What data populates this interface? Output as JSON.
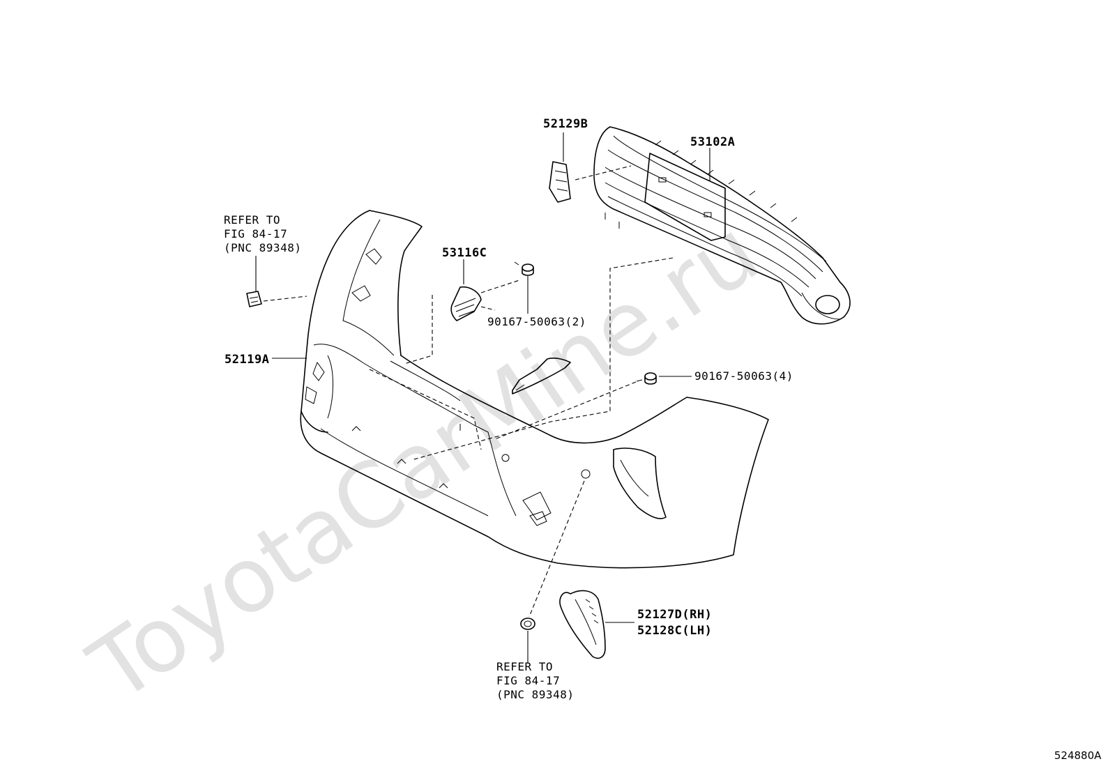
{
  "watermark": "ToyotaCarMine.ru",
  "diagram_id": "524880A",
  "labels": {
    "p52129b": "52129B",
    "p53102a": "53102A",
    "refer_top_1": "REFER TO",
    "refer_top_2": "FIG 84-17",
    "refer_top_3": "(PNC 89348)",
    "p53116c": "53116C",
    "bolt_a": "90167-50063(2)",
    "p52119a": "52119A",
    "bolt_b": "90167-50063(4)",
    "p52127d": "52127D(RH)",
    "p52128c": "52128C(LH)",
    "refer_bot_1": "REFER TO",
    "refer_bot_2": "FIG 84-17",
    "refer_bot_3": "(PNC 89348)"
  },
  "icons": [
    "bumper-cover",
    "lower-grille",
    "license-bracket",
    "grille-bracket",
    "bolt",
    "clip",
    "side-garnish",
    "retainer-clip"
  ]
}
